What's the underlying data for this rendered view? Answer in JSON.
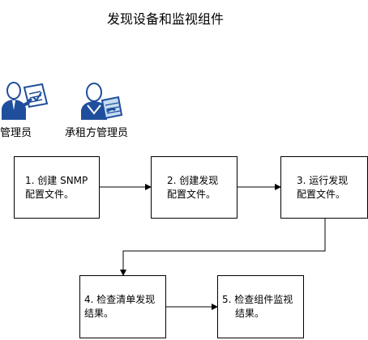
{
  "diagram": {
    "title": "发现设备和监视组件",
    "roles": [
      {
        "label": "管理员",
        "icon": "administrator-icon"
      },
      {
        "label": "承租方管理员",
        "icon": "tenant-administrator-icon"
      }
    ],
    "steps": [
      {
        "line1": "1. 创建 SNMP",
        "line2": "配置文件。"
      },
      {
        "line1": "2. 创建发现",
        "line2": "配置文件。"
      },
      {
        "line1": "3. 运行发现",
        "line2": "配置文件。"
      },
      {
        "line1": "4. 检查清单发现",
        "line2": "结果。"
      },
      {
        "line1": "5. 检查组件监视",
        "line2": "结果。"
      }
    ],
    "colors": {
      "icon_blue": "#1f4e9c",
      "icon_light": "#c5dcf2",
      "line": "#000000"
    }
  }
}
